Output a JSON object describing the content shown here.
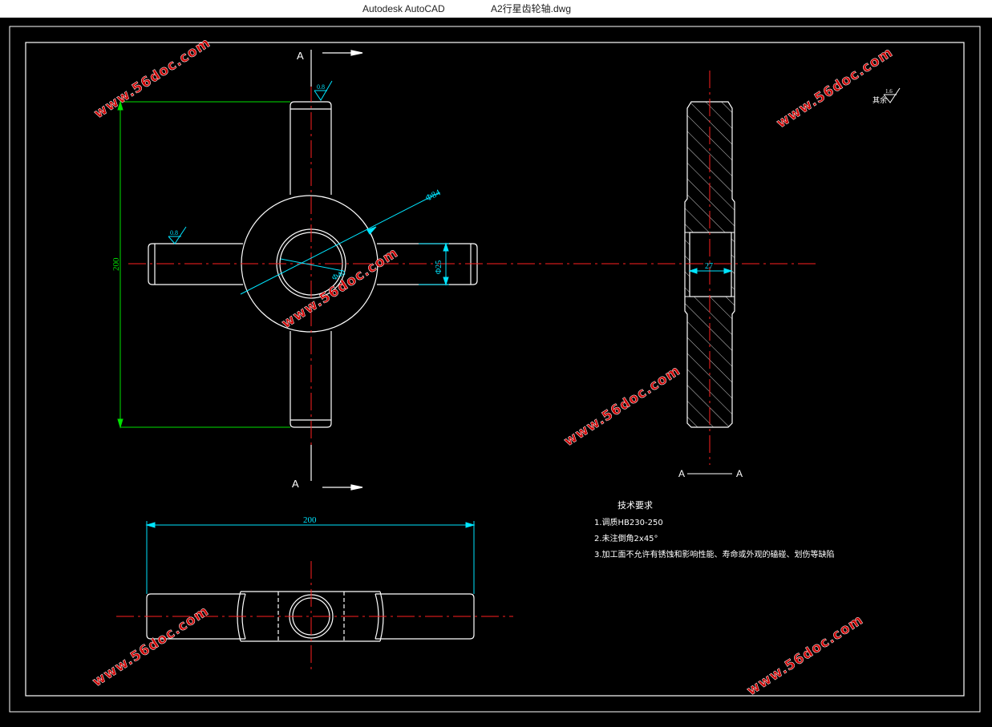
{
  "window": {
    "app_name": "Autodesk AutoCAD",
    "file_name": "A2行星齿轮轴.dwg"
  },
  "colors": {
    "background": "#000000",
    "outline": "#ffffff",
    "centerline": "#ff2020",
    "dimension_green": "#00e000",
    "dimension_cyan": "#00e5ff",
    "watermark": "#d00000"
  },
  "section_labels": {
    "top_left": "A",
    "bottom_left": "A",
    "section_left": "A",
    "section_right": "A"
  },
  "dimensions": {
    "overall_height": "200",
    "overall_length": "200",
    "outer_diameter": "Φ84",
    "bore_diameter": "Φ40",
    "arm_diameter": "Φ25",
    "hub_width": "27"
  },
  "roughness": {
    "top_arm": "0.8",
    "left_arm": "0.8",
    "rest": "1.6",
    "rest_prefix": "其余"
  },
  "tech_requirements": {
    "title": "技术要求",
    "items": [
      "1.调质HB230-250",
      "2.未注倒角2x45°",
      "3.加工面不允许有锈蚀和影响性能、寿命或外观的磕碰、划伤等缺陷"
    ]
  },
  "watermark_text": "www.56doc.com"
}
